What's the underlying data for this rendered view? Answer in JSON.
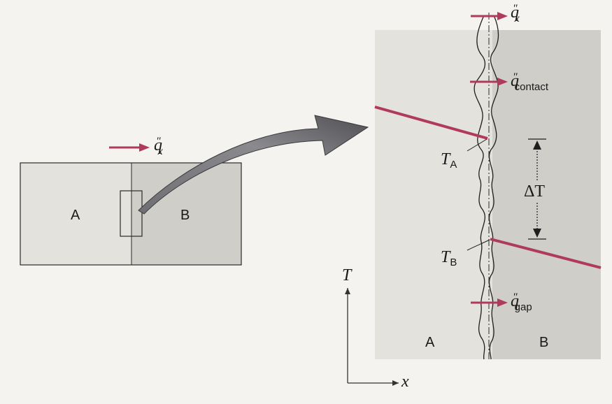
{
  "left_block": {
    "label_a": "A",
    "label_b": "B",
    "flux": {
      "symbol": "q",
      "prime": "″",
      "subscript": "x"
    }
  },
  "zoom": {
    "label_a": "A",
    "label_b": "B",
    "flux_top": {
      "symbol": "q",
      "prime": "″",
      "subscript": "x"
    },
    "flux_contact": {
      "symbol": "q",
      "prime": "″",
      "subscript": "contact"
    },
    "flux_gap": {
      "symbol": "q",
      "prime": "″",
      "subscript": "gap"
    },
    "temp_a": {
      "symbol": "T",
      "subscript": "A"
    },
    "temp_b": {
      "symbol": "T",
      "subscript": "B"
    },
    "delta_t": "ΔT"
  },
  "axes": {
    "y_label": "T",
    "x_label": "x"
  },
  "colors": {
    "flux_arrow": "#b03a5b",
    "temperature_line": "#b03a5b",
    "region_a": "#e3e2dd",
    "region_b": "#cfcec9",
    "zoom_arrow": "#7d7d80"
  }
}
